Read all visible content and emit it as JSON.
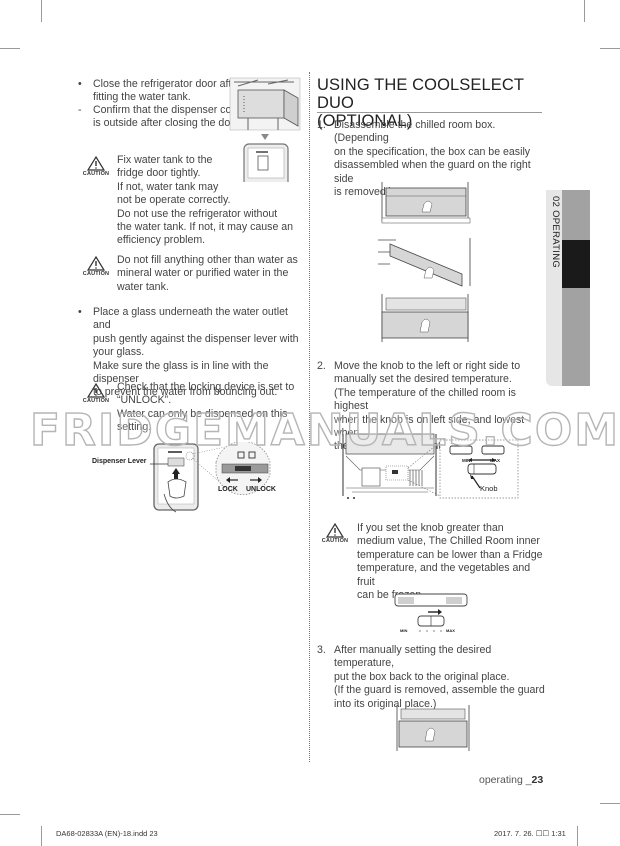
{
  "left_column": {
    "bullet1": {
      "mark": "•",
      "text": "Close the refrigerator door after fitting the water tank."
    },
    "dash1": {
      "mark": "-",
      "text": "Confirm that the dispenser cock is outside after closing the door."
    },
    "caution1": {
      "icon": "caution-triangle-icon",
      "label": "CAUTION",
      "lines": [
        "Fix water tank to the",
        "fridge door tightly.",
        "If not, water tank may",
        "not be operate correctly.",
        "Do not use the refrigerator without",
        "the water tank. If not, it may cause an",
        "efficiency problem."
      ]
    },
    "caution2": {
      "icon": "caution-triangle-icon",
      "label": "CAUTION",
      "lines": [
        "Do not fill anything other than water as",
        "mineral water or purified water in the",
        "water tank."
      ]
    },
    "bullet2": {
      "mark": "•",
      "lines": [
        "Place a glass underneath the water outlet and",
        "push gently against the dispenser lever with",
        "your glass.",
        "Make sure the glass is in line with the dispenser",
        "to prevent the water from bouncing out."
      ]
    },
    "caution3": {
      "icon": "caution-triangle-icon",
      "label": "CAUTION",
      "lines": [
        "Check that the locking device is set to",
        "“UNLOCK”.",
        "Water can only be dispensed on this",
        "setting."
      ]
    },
    "dispenser_figure": {
      "lever_label": "Dispenser Lever",
      "lock_label": "LOCK",
      "unlock_label": "UNLOCK"
    }
  },
  "right_column": {
    "heading_line1": "USING THE COOLSELECT DUO",
    "heading_line2": "(OPTIONAL)",
    "steps": [
      {
        "num": "1.",
        "lines": [
          "Disassemble the chilled room box. (Depending",
          "on the specification, the box can be easily",
          "disassembled when the guard on the right side",
          "is removed.)"
        ]
      },
      {
        "num": "2.",
        "lines": [
          "Move the knob to the left or right side to",
          "manually set the desired temperature.",
          "(The temperature of the chilled room is highest",
          "when the knob is on left side, and lowest when",
          "the knob is on the right side.)"
        ]
      },
      {
        "num": "3.",
        "lines": [
          "After manually setting the desired temperature,",
          "put the box back to the original place.",
          "(If the guard is removed, assemble the guard",
          "into its original place.)"
        ]
      }
    ],
    "knob_figure": {
      "knob_label": "Knob",
      "min_label": "MIN",
      "max_label": "MAX"
    },
    "caution": {
      "icon": "caution-triangle-icon",
      "label": "CAUTION",
      "lines": [
        "If you set the knob greater than",
        "medium value, The Chilled Room inner",
        "temperature can be lower than a Fridge",
        "temperature, and the vegetables and fruit",
        "can be frozen."
      ]
    },
    "slider_figure": {
      "min_label": "MIN",
      "max_label": "MAX"
    }
  },
  "side_tab": {
    "text": "02  OPERATING",
    "colors": {
      "light": "#e6e6e6",
      "gray": "#a2a2a2",
      "active": "#1a1a1a"
    }
  },
  "watermark": "FRIDGEMANUALS.COM",
  "footer": {
    "page_prefix": "operating _",
    "page_number": "23",
    "file_info": "DA68-02833A (EN)-18.indd   23",
    "date_info": "2017. 7. 26.   ☐☐ 1:31"
  }
}
